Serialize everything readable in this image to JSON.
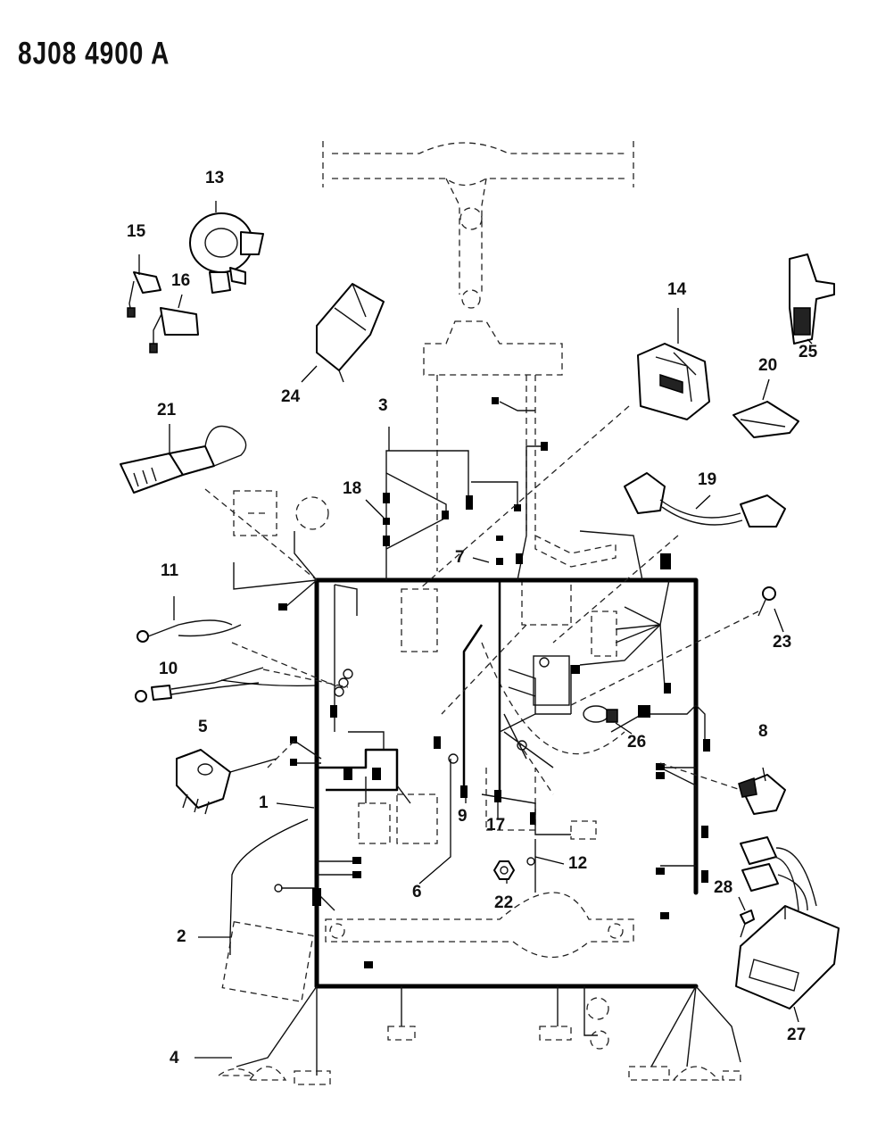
{
  "document": {
    "id_code": "8J08  4900 A"
  },
  "callouts": [
    {
      "id": "c1",
      "label": "1"
    },
    {
      "id": "c2",
      "label": "2"
    },
    {
      "id": "c3",
      "label": "3"
    },
    {
      "id": "c4",
      "label": "4"
    },
    {
      "id": "c5",
      "label": "5"
    },
    {
      "id": "c6",
      "label": "6"
    },
    {
      "id": "c7",
      "label": "7"
    },
    {
      "id": "c8",
      "label": "8"
    },
    {
      "id": "c9",
      "label": "9"
    },
    {
      "id": "c10",
      "label": "10"
    },
    {
      "id": "c11",
      "label": "11"
    },
    {
      "id": "c12",
      "label": "12"
    },
    {
      "id": "c13",
      "label": "13"
    },
    {
      "id": "c14",
      "label": "14"
    },
    {
      "id": "c15",
      "label": "15"
    },
    {
      "id": "c16",
      "label": "16"
    },
    {
      "id": "c17",
      "label": "17"
    },
    {
      "id": "c18",
      "label": "18"
    },
    {
      "id": "c19",
      "label": "19"
    },
    {
      "id": "c20",
      "label": "20"
    },
    {
      "id": "c21",
      "label": "21"
    },
    {
      "id": "c22",
      "label": "22"
    },
    {
      "id": "c23",
      "label": "23"
    },
    {
      "id": "c24",
      "label": "24"
    },
    {
      "id": "c25",
      "label": "25"
    },
    {
      "id": "c26",
      "label": "26"
    },
    {
      "id": "c27",
      "label": "27"
    },
    {
      "id": "c28",
      "label": "28"
    }
  ],
  "colors": {
    "ink": "#000000",
    "paper": "#ffffff"
  }
}
